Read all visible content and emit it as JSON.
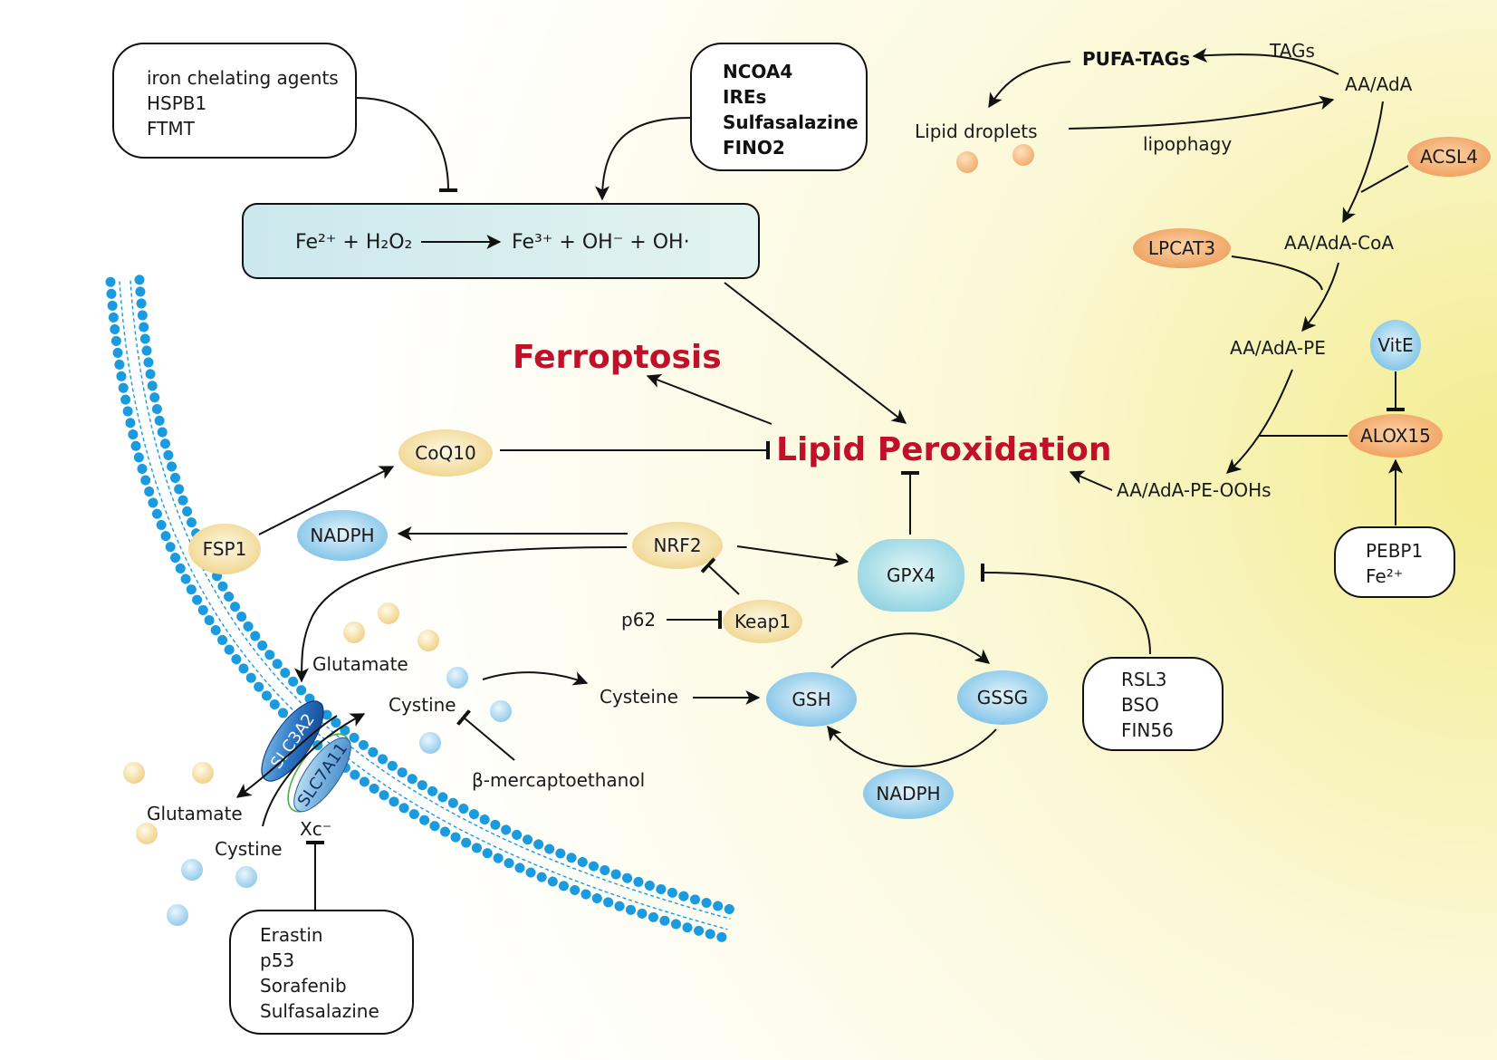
{
  "colors": {
    "background_glow": "#f6f1a6",
    "membrane": "#1a9be0",
    "label_red": "#c0102a",
    "orange_node": "#f2b277",
    "yellow_node": "#f5e6b8",
    "blue_node": "#a9d7ef",
    "fenton_box": "#d4ecee"
  },
  "top_left_box": {
    "lines": [
      "iron chelating agents",
      "HSPB1",
      "FTMT"
    ]
  },
  "top_mid_box": {
    "lines": [
      "NCOA4",
      "IREs",
      "Sulfasalazine",
      "FINO2"
    ]
  },
  "fenton": {
    "left": "Fe²⁺ + H₂O₂",
    "right": "Fe³⁺ + OH⁻ + OH·"
  },
  "titles": {
    "ferroptosis": "Ferroptosis",
    "lipid_peroxidation": "Lipid Peroxidation"
  },
  "lipid_pathway": {
    "pufa_tags": "PUFA-TAGs",
    "tags": "TAGs",
    "aa_ada": "AA/AdA",
    "lipid_droplets": "Lipid droplets",
    "lipophagy": "lipophagy",
    "acsl4": "ACSL4",
    "aa_ada_coa": "AA/AdA-CoA",
    "lpcat3": "LPCAT3",
    "aa_ada_pe": "AA/AdA-PE",
    "vite": "VitE",
    "alox15": "ALOX15",
    "aa_ada_pe_oohs": "AA/AdA-PE-OOHs",
    "pebp1_box": [
      "PEBP1",
      "Fe²⁺"
    ]
  },
  "nodes": {
    "coq10": "CoQ10",
    "fsp1": "FSP1",
    "nadph_top": "NADPH",
    "nrf2": "NRF2",
    "gpx4": "GPX4",
    "p62": "p62",
    "keap1": "Keap1",
    "glutamate_in": "Glutamate",
    "cystine_in": "Cystine",
    "cysteine": "Cysteine",
    "gsh": "GSH",
    "gssg": "GSSG",
    "nadph_bottom": "NADPH",
    "mercapto": "β-mercaptoethanol",
    "glutamate_out": "Glutamate",
    "cystine_out": "Cystine",
    "xc": "Xc⁻",
    "slc3a2": "SLC3A2",
    "slc7a11": "SLC7A11"
  },
  "gpx4_inhibitors": [
    "RSL3",
    "BSO",
    "FIN56"
  ],
  "xc_inhibitors": [
    "Erastin",
    "p53",
    "Sorafenib",
    "Sulfasalazine"
  ]
}
